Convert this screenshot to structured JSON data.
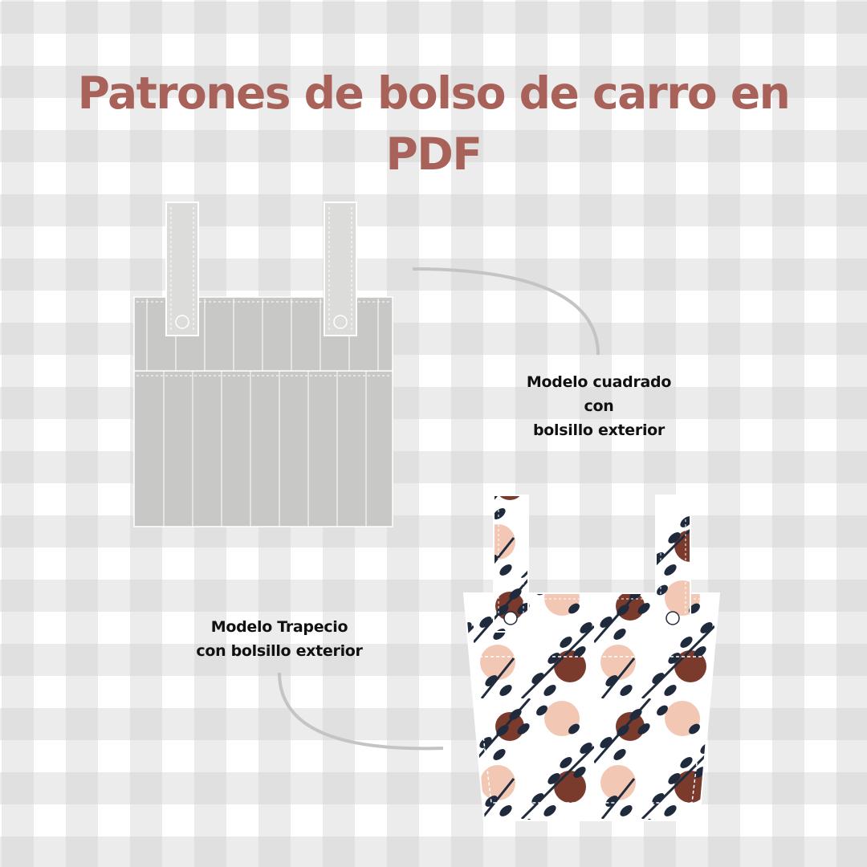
{
  "title": {
    "line1": "Patrones de bolso de carro en",
    "line2": "PDF"
  },
  "models": {
    "square": {
      "line1": "Modelo cuadrado",
      "line2": "con",
      "line3": "bolsillo exterior"
    },
    "trapecio": {
      "line1": "Modelo Trapecio",
      "line2": "con bolsillo exterior"
    }
  },
  "colors": {
    "title": "#a9625a",
    "gingham_light": "#ffffff",
    "gingham_mid": "#ececec",
    "gingham_dark": "#e0e0e0",
    "bag_gray": "#c8c8c6",
    "strap_gray": "#dcdcda",
    "connector": "#c4c4c4",
    "print_navy": "#1f2a3c",
    "print_rust": "#7a3b2c",
    "print_peach": "#f2c8b4"
  }
}
